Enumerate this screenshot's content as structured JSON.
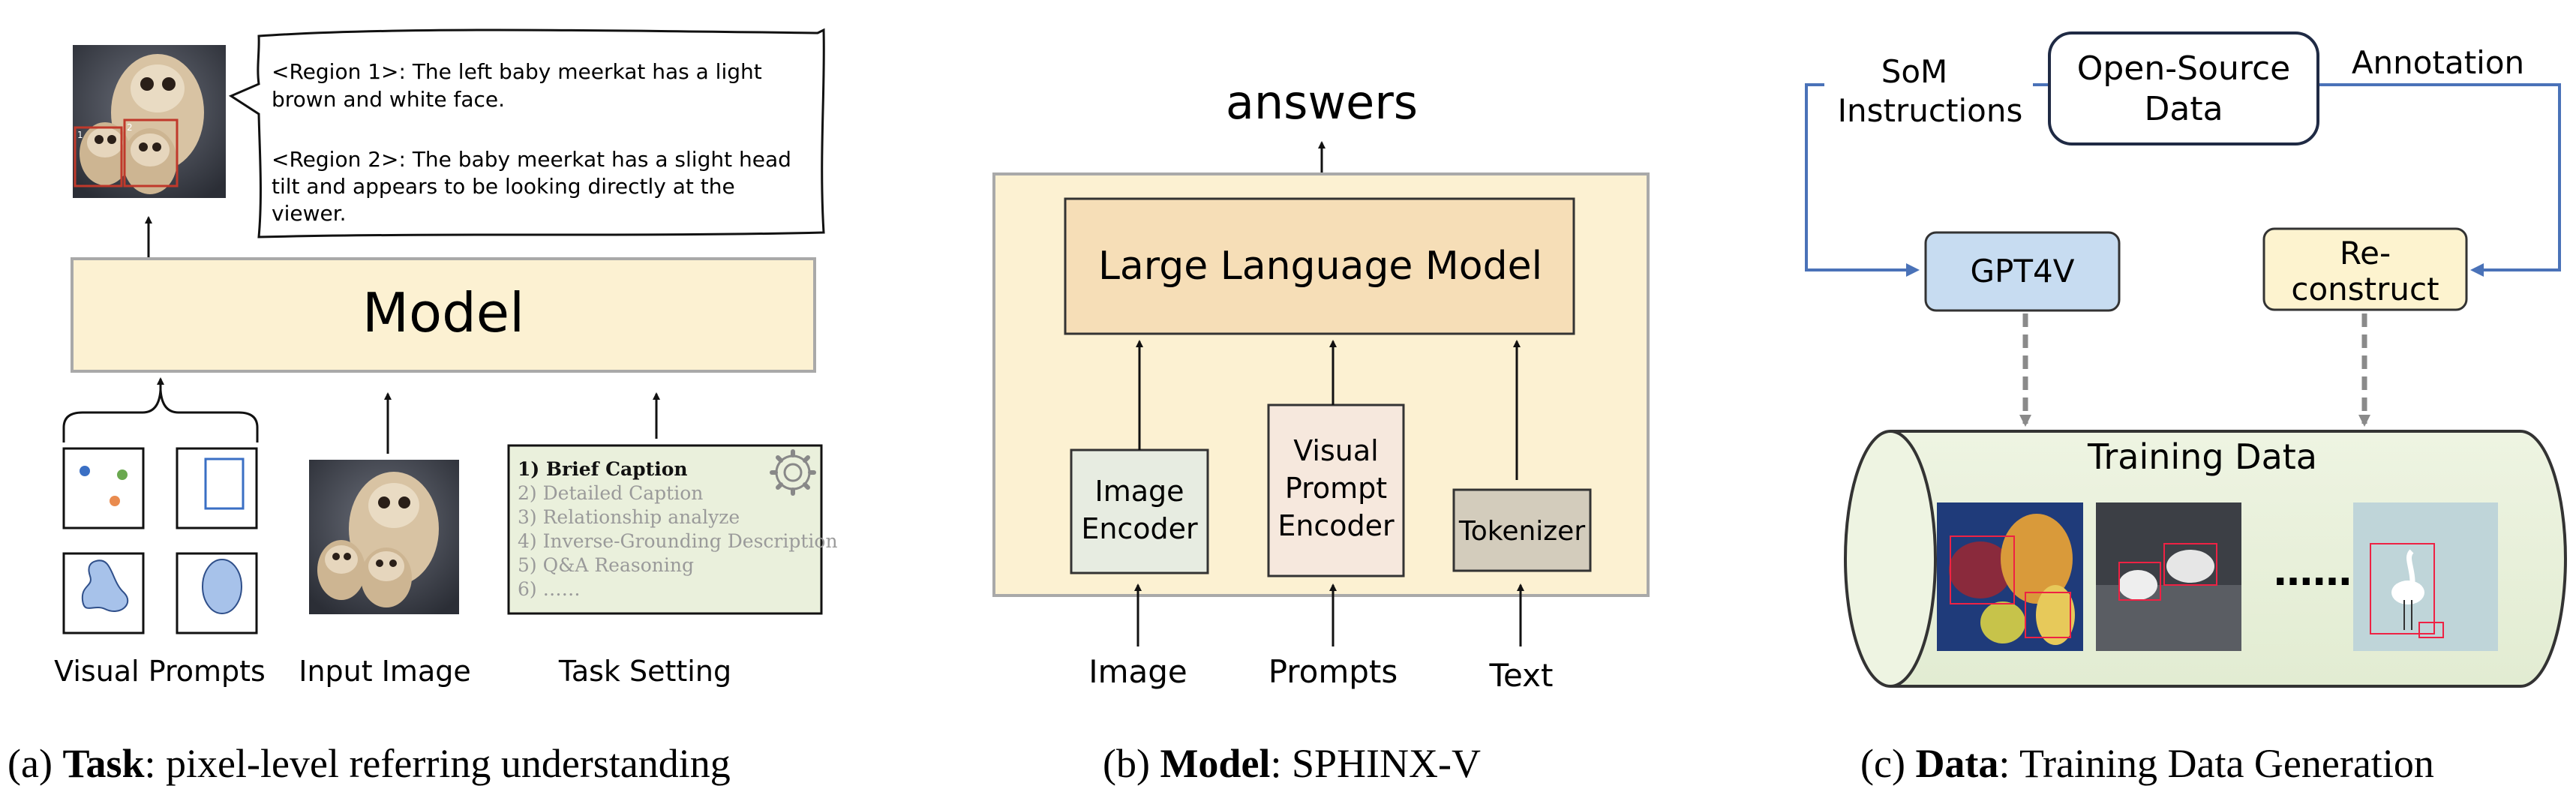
{
  "panel_a": {
    "region_caption_1": "<Region 1>: The left baby meerkat has a light",
    "region_caption_1b": "brown and white face.",
    "region_caption_2": "<Region 2>: The baby meerkat has a slight head",
    "region_caption_2b": "tilt and appears to be looking directly at the",
    "region_caption_2c": "viewer.",
    "region_markers": [
      "1",
      "2"
    ],
    "model_label": "Model",
    "task_list": [
      "1) Brief Caption",
      "2) Detailed Caption",
      "3) Relationship analyze",
      "4) Inverse-Grounding Description",
      "5) Q&A Reasoning",
      "6) ……"
    ],
    "inputs": [
      "Visual Prompts",
      "Input Image",
      "Task Setting"
    ],
    "caption_prefix": "(a) ",
    "caption_bold": "Task",
    "caption_rest": ": pixel-level referring understanding"
  },
  "panel_b": {
    "output_label": "answers",
    "llm_label": "Large Language Model",
    "encoder_1": [
      "Image",
      "Encoder"
    ],
    "encoder_2": [
      "Visual",
      "Prompt",
      "Encoder"
    ],
    "encoder_3": "Tokenizer",
    "inputs": [
      "Image",
      "Prompts",
      "Text"
    ],
    "caption_prefix": "(b) ",
    "caption_bold": "Model",
    "caption_rest": ": SPHINX-V"
  },
  "panel_c": {
    "source_label": [
      "Open-Source",
      "Data"
    ],
    "left_edge_label": [
      "SoM",
      "Instructions"
    ],
    "right_edge_label": "Annotation",
    "gpt_label": "GPT4V",
    "reconstruct_label": [
      "Re-",
      "construct"
    ],
    "training_label": "Training Data",
    "ellipsis": "……",
    "caption_prefix": "(c) ",
    "caption_bold": "Data",
    "caption_rest": ": Training Data Generation"
  },
  "colors": {
    "model_fill": "#fcf1d2",
    "llm_fill": "#f6deb7",
    "gpt_fill": "#c7dcf1",
    "reconstruct_fill": "#fdf3cf",
    "training_fill": "#eaf1dd",
    "task_fill": "#eaf0dc",
    "connector_blue": "#4a72b8",
    "dashed_gray": "#8a8a8a"
  }
}
